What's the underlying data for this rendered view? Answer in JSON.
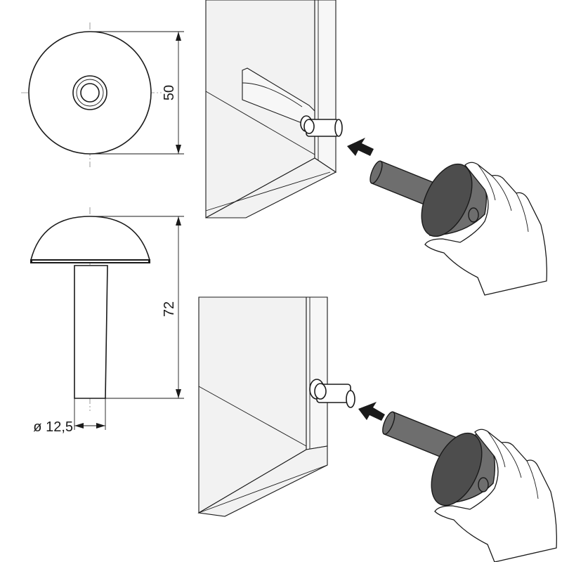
{
  "dimensions": {
    "diameter_label": "50",
    "height_label": "72",
    "shaft_label": "ø 12,5"
  },
  "colors": {
    "line": "#1a1a1a",
    "tool_fill": "#6e6e6e",
    "panel_fill": "#f2f2f2"
  },
  "steps": [
    {
      "icon": "push-arrow-icon"
    },
    {
      "icon": "push-arrow-icon"
    }
  ]
}
